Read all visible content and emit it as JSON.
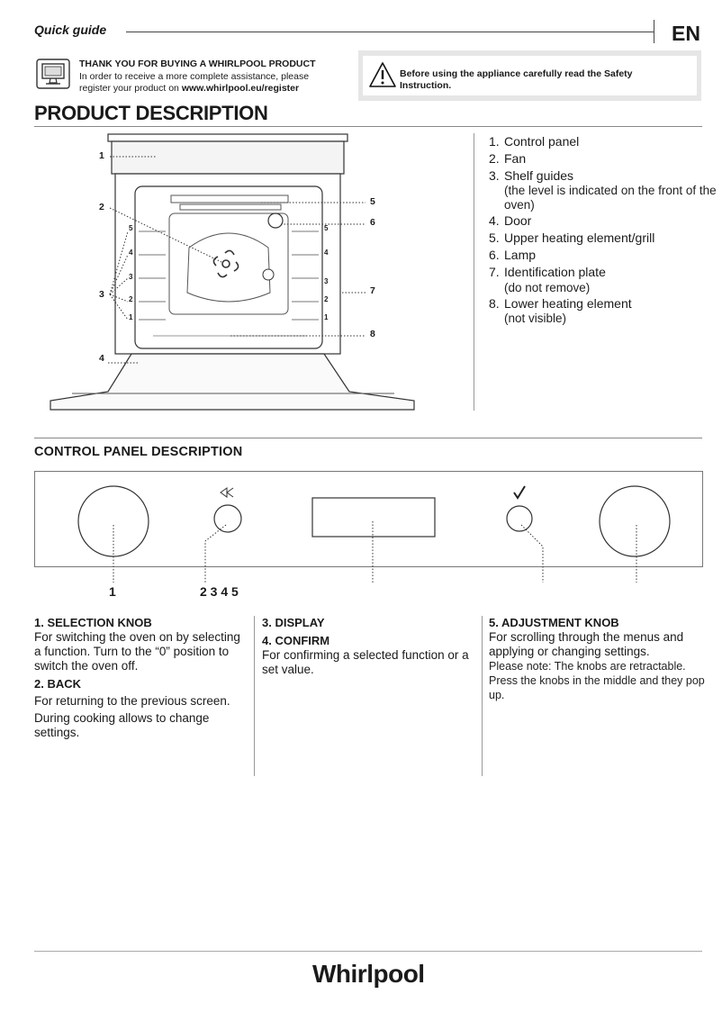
{
  "header": {
    "title": "Quick guide",
    "lang": "EN"
  },
  "thanks": {
    "line1": "THANK YOU FOR BUYING A WHIRLPOOL PRODUCT",
    "line2": "In order to receive a more complete assistance, please",
    "line3_prefix": "register your product on ",
    "line3_url": "www.whirlpool.eu/register"
  },
  "warning": {
    "text": "Before using the appliance carefully read the Safety Instruction."
  },
  "product": {
    "title": "PRODUCT DESCRIPTION",
    "callouts": [
      "1",
      "2",
      "3",
      "4",
      "5",
      "6",
      "7",
      "8"
    ],
    "shelf_levels": [
      "5",
      "4",
      "3",
      "2",
      "1"
    ],
    "items": [
      {
        "num": "1.",
        "label": "Control panel",
        "sub": ""
      },
      {
        "num": "2.",
        "label": "Fan",
        "sub": ""
      },
      {
        "num": "3.",
        "label": "Shelf guides",
        "sub": "(the level is indicated on the front of the oven)"
      },
      {
        "num": "4.",
        "label": "Door",
        "sub": ""
      },
      {
        "num": "5.",
        "label": "Upper heating element/grill",
        "sub": ""
      },
      {
        "num": "6.",
        "label": "Lamp",
        "sub": ""
      },
      {
        "num": "7.",
        "label": "Identification plate",
        "sub": "(do not remove)"
      },
      {
        "num": "8.",
        "label": "Lower heating element",
        "sub": "(not visible)"
      }
    ]
  },
  "control_panel": {
    "title": "CONTROL PANEL DESCRIPTION",
    "labels": {
      "knob": "1",
      "buttons": "2 3 4 5"
    },
    "icons": {
      "back": "back-icon",
      "confirm": "check-icon"
    },
    "col1": {
      "h1": "1. SELECTION KNOB",
      "p1": "For switching the oven on by selecting a function. Turn to the “0” position to switch the oven off.",
      "h2": "2. BACK",
      "p2": "For returning to the previous screen.",
      "p3": "During cooking allows to change settings."
    },
    "col2": {
      "h1": "3. DISPLAY",
      "h2": "4. CONFIRM",
      "p1": "For confirming a selected function or a set value."
    },
    "col3": {
      "h1": "5. ADJUSTMENT KNOB",
      "p1": "For scrolling through the menus and applying or changing settings.",
      "note": "Please note: The knobs are retractable. Press the knobs in the middle and they pop up."
    }
  },
  "footer": {
    "brand": "Whirlpool"
  }
}
